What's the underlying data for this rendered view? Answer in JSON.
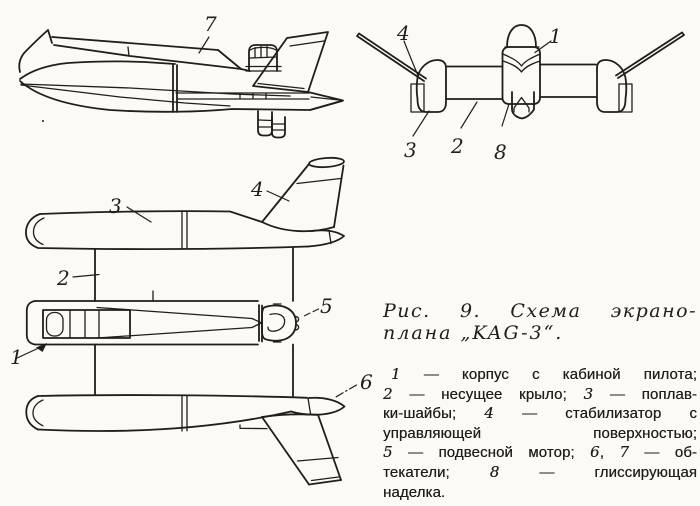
{
  "meta": {
    "kind": "book-figure-scan",
    "language": "ru",
    "figure_number": "Рис. 9"
  },
  "colors": {
    "ink": "#1f1e1a",
    "paper": "#fbfaf5"
  },
  "caption": {
    "title_lines": [
      "Рис. 9. Схема экрано-",
      "плана „KAG-3“."
    ],
    "legend_lines": [
      "1 — корпус с кабиной пилота;",
      "2 — несущее крыло; 3 — поплав-",
      "ки-шайбы; 4 — стабилизатор с",
      "управляющей поверхностью;",
      "5 — подвесной мотор; 6, 7 — об-",
      "текатели; 8 — глиссирующая",
      "наделка."
    ],
    "parts": {
      "1": "корпус с кабиной пилота",
      "2": "несущее крыло",
      "3": "поплавки-шайбы",
      "4": "стабилизатор с управляющей поверхностью",
      "5": "подвесной мотор",
      "6": "обтекатель",
      "7": "обтекатель",
      "8": "глиссирующая наделка"
    }
  },
  "views": {
    "side": {
      "name": "вид сбоку",
      "labels": {
        "l7": "7"
      }
    },
    "front": {
      "name": "вид спереди",
      "labels": {
        "l1": "1",
        "l2": "2",
        "l3": "3",
        "l4": "4",
        "l8": "8"
      }
    },
    "top": {
      "name": "вид сверху",
      "labels": {
        "l1": "1",
        "l2": "2",
        "l3": "3",
        "l4": "4",
        "l5": "5",
        "l6": "6"
      }
    }
  }
}
